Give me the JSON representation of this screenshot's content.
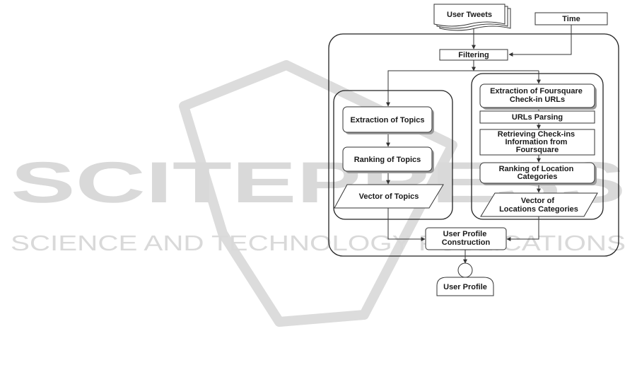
{
  "watermark": {
    "big": "SCITEPRESS",
    "small": "SCIENCE AND TECHNOLOGY PUBLICATIONS"
  },
  "nodes": {
    "user_tweets": "User Tweets",
    "time": "Time",
    "filtering": "Filtering",
    "extraction_topics": "Extraction of Topics",
    "ranking_topics": "Ranking of Topics",
    "vector_topics": "Vector of Topics",
    "extraction_foursquare": [
      "Extraction of Foursquare",
      "Check-in URLs"
    ],
    "urls_parsing": "URLs Parsing",
    "retrieving_checkins": [
      "Retrieving Check-ins",
      "Information from",
      "Foursquare"
    ],
    "ranking_location": [
      "Ranking of Location",
      "Categories"
    ],
    "vector_locations": [
      "Vector of",
      "Locations Categories"
    ],
    "user_profile_construction": [
      "User Profile",
      "Construction"
    ],
    "user_profile": "User Profile"
  },
  "colors": {
    "stroke": "#333333",
    "shadow": "#9a9a9a",
    "watermark": "#d9d9d9"
  }
}
